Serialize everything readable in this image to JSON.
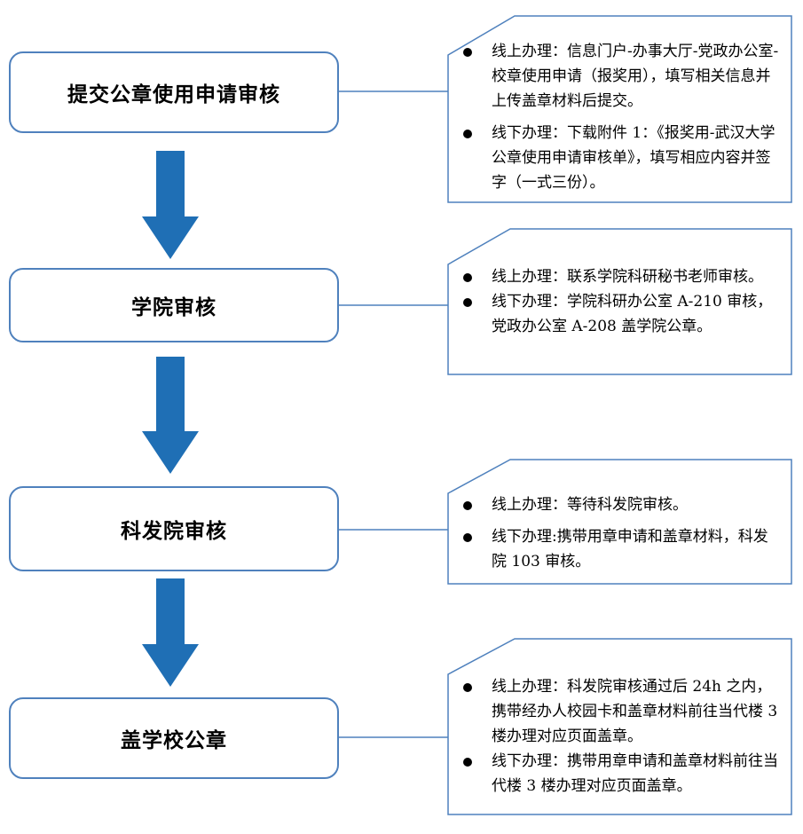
{
  "colors": {
    "box_border": "#4f81bd",
    "arrow": "#1f6fb5",
    "connector": "#4f81bd"
  },
  "steps": [
    {
      "label": "提交公章使用申请审核",
      "notes": [
        "线上办理：信息门户-办事大厅-党政办公室-校章使用申请（报奖用），填写相关信息并上传盖章材料后提交。",
        "线下办理：下载附件 1：《报奖用-武汉大学公章使用申请审核单》，填写相应内容并签字（一式三份）。"
      ]
    },
    {
      "label": "学院审核",
      "notes": [
        "线上办理：联系学院科研秘书老师审核。",
        "线下办理：学院科研办公室 A-210 审核，党政办公室 A-208 盖学院公章。"
      ]
    },
    {
      "label": "科发院审核",
      "notes": [
        "线上办理：等待科发院审核。",
        "线下办理:携带用章申请和盖章材料，科发院 103 审核。"
      ]
    },
    {
      "label": "盖学校公章",
      "notes": [
        "线上办理：科发院审核通过后 24h 之内，携带经办人校园卡和盖章材料前往当代楼 3 楼办理对应页面盖章。",
        "线下办理：携带用章申请和盖章材料前往当代楼 3 楼办理对应页面盖章。"
      ]
    }
  ]
}
